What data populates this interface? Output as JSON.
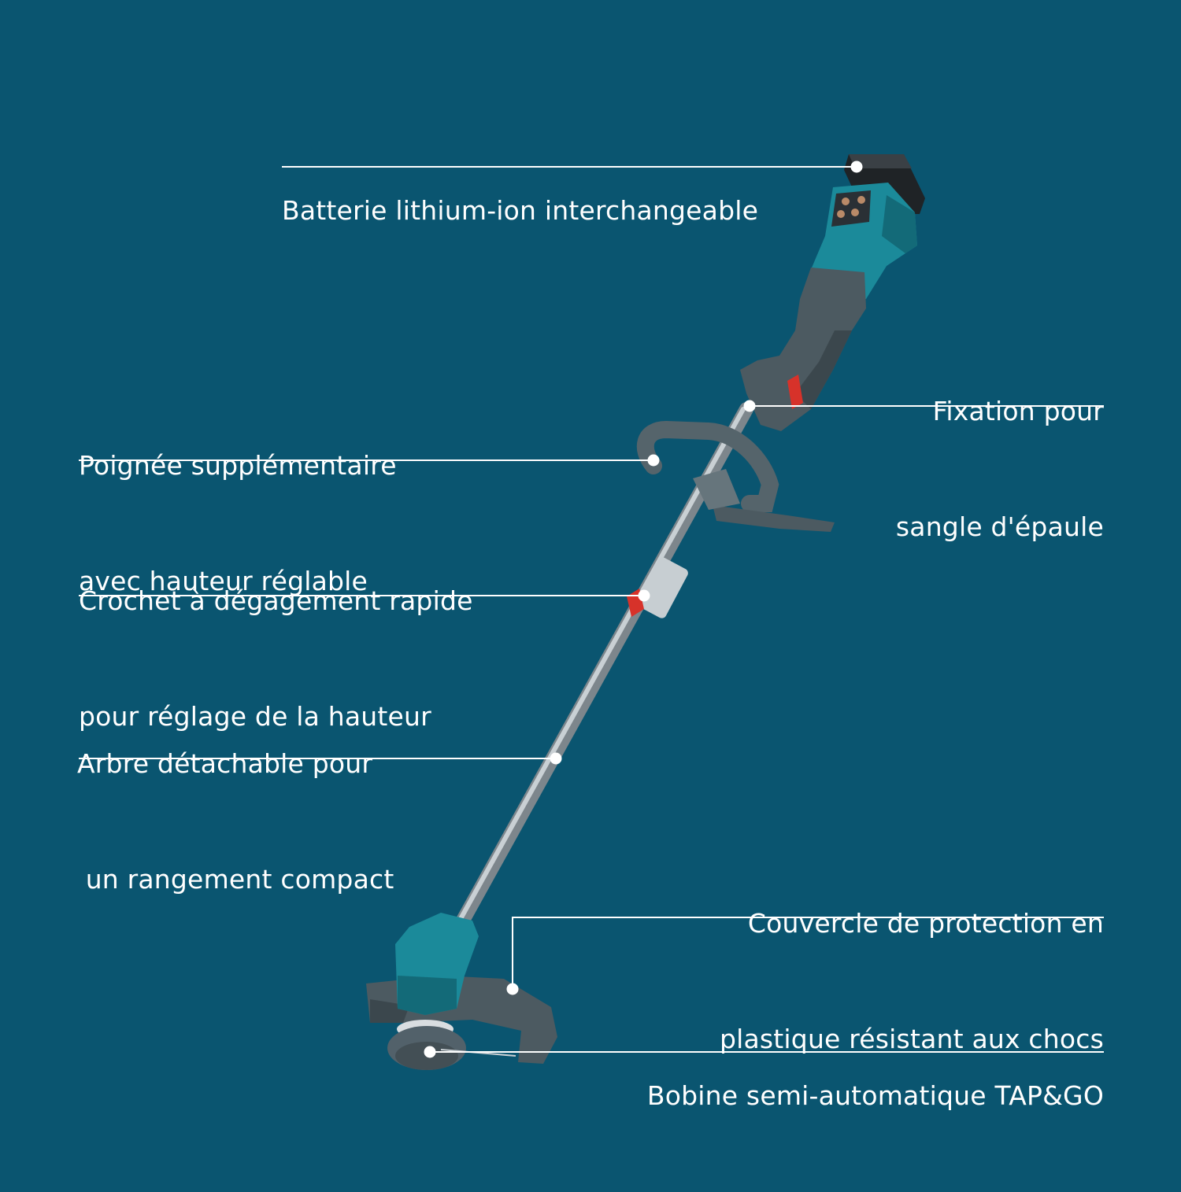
{
  "colors": {
    "background": "#0a5570",
    "label_text": "#ffffff",
    "leader_line": "#ffffff",
    "body_teal": "#1b8a9a",
    "body_grey": "#4c5a61",
    "battery_black": "#1f2326",
    "accent_red": "#d7322a"
  },
  "callouts": {
    "battery": {
      "lines": [
        "Batterie lithium-ion interchangeable"
      ]
    },
    "strap": {
      "lines": [
        "Fixation pour",
        "sangle d'épaule"
      ]
    },
    "handle": {
      "lines": [
        "Poignée supplémentaire",
        "avec hauteur réglable"
      ]
    },
    "hook": {
      "lines": [
        "Crochet à dégagement rapide",
        "pour réglage de la hauteur"
      ]
    },
    "shaft": {
      "lines": [
        "Arbre détachable pour",
        " un rangement compact"
      ]
    },
    "cover": {
      "lines": [
        "Couvercle de protection en",
        "plastique résistant aux chocs"
      ]
    },
    "spool": {
      "lines": [
        "Bobine semi-automatique TAP&GO"
      ]
    }
  }
}
